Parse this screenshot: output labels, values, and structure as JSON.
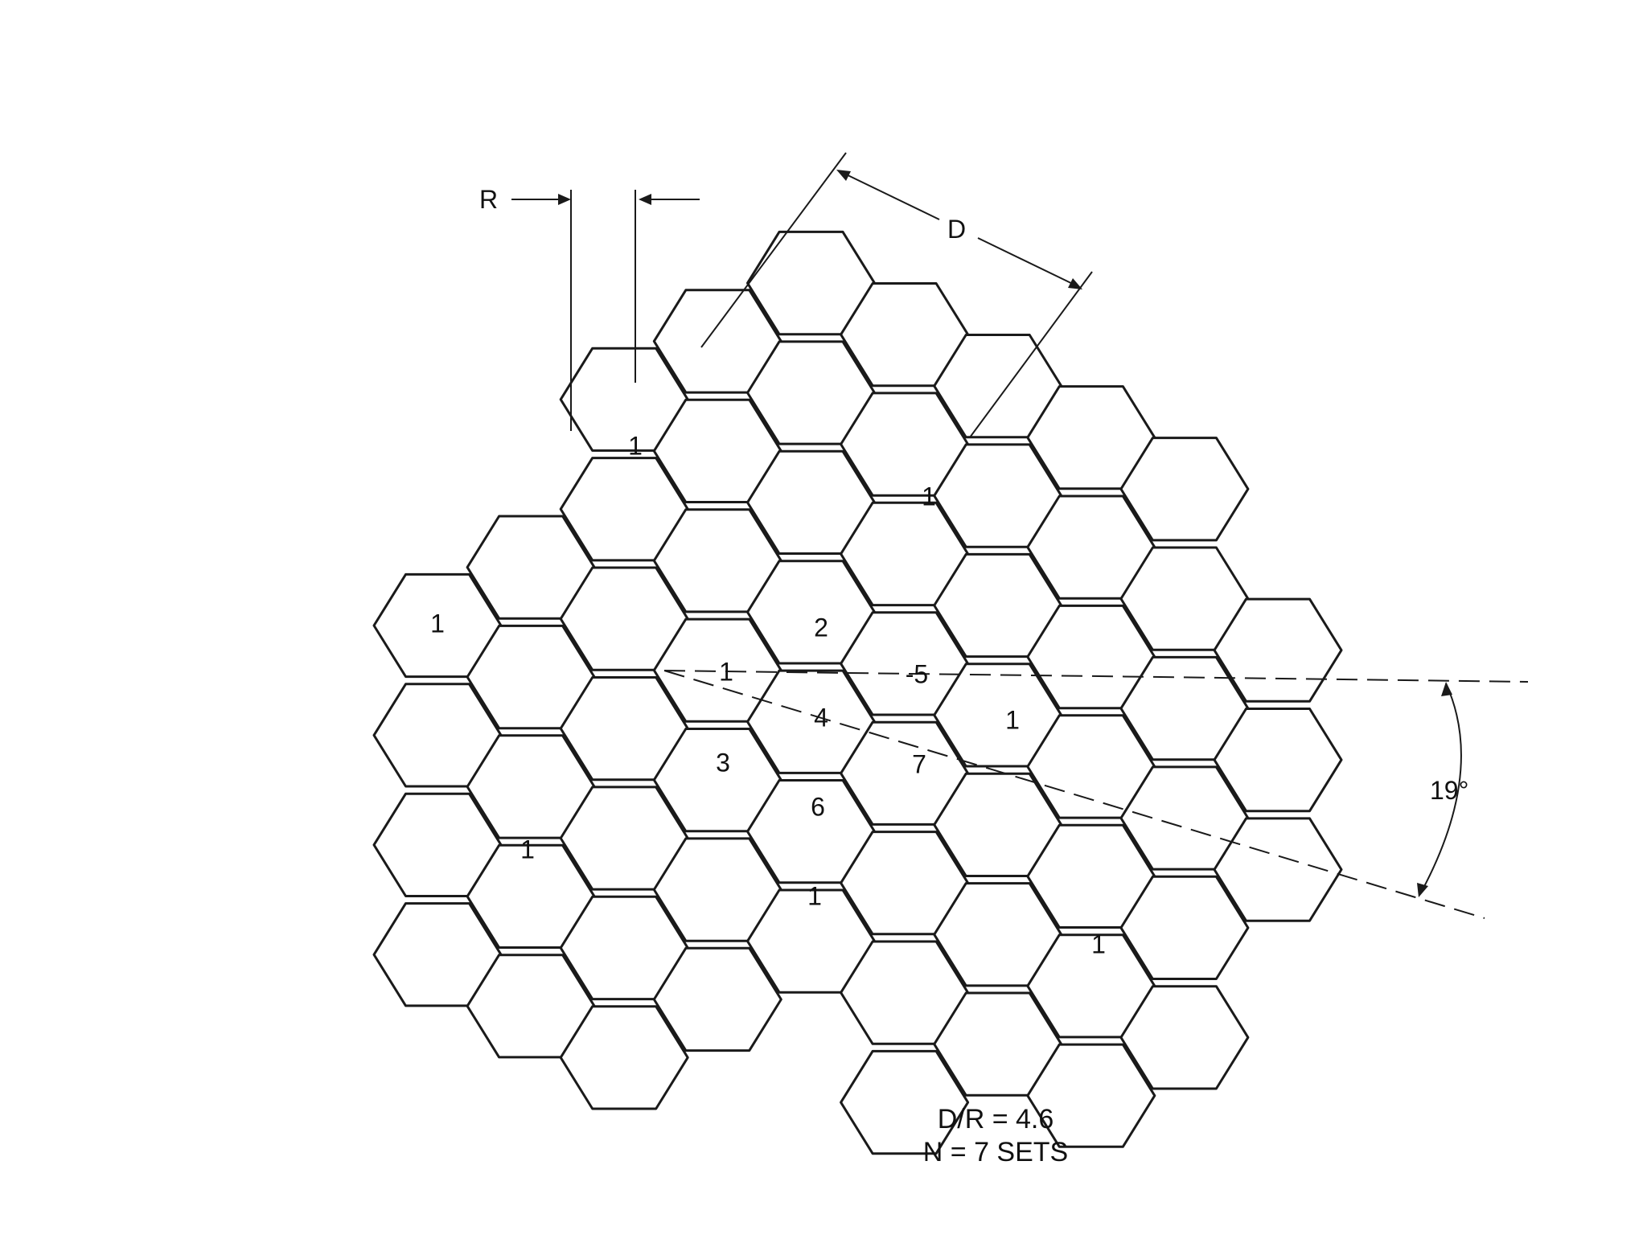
{
  "diagram": {
    "dimension_r": "R",
    "dimension_d": "D",
    "angle_label": "19°",
    "ratio_note": "D/R = 4.6",
    "sets_note": "N = 7 SETS",
    "cell_labels": {
      "top_left_1": "1",
      "top_right_1": "1",
      "left_1": "1",
      "center_2": "2",
      "center_1": "1",
      "center_5": "-5",
      "right_1": "1",
      "center_4": "4",
      "center_3": "3",
      "center_7": "7",
      "center_6": "6",
      "lower_left_1": "1",
      "bottom_center_1": "1",
      "bottom_right_1": "1"
    },
    "colors": {
      "line": "#1a1a1a",
      "background": "#ffffff"
    }
  }
}
